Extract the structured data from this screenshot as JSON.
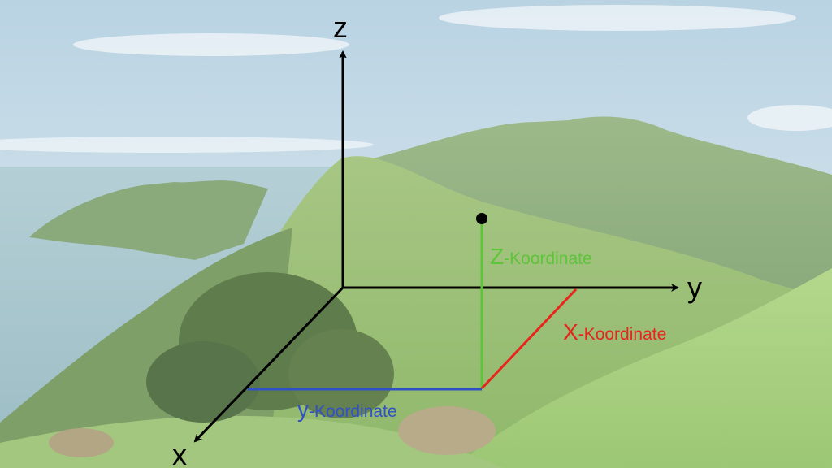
{
  "axes": {
    "z_label": "z",
    "y_label": "y",
    "x_label": "x"
  },
  "coordinates": {
    "z": {
      "initial": "Z",
      "rest": "-Koordinate",
      "color": "#5ec43a"
    },
    "x": {
      "initial": "X",
      "rest": "-Koordinate",
      "color": "#e8241c"
    },
    "y": {
      "initial": "y",
      "rest": "-Koordinate",
      "color": "#3050c8"
    }
  },
  "colors": {
    "axis": "#000000",
    "point": "#000000",
    "sky": "#cfe0ea",
    "hills": "#8fb76a",
    "sea": "#9ec1cc"
  }
}
